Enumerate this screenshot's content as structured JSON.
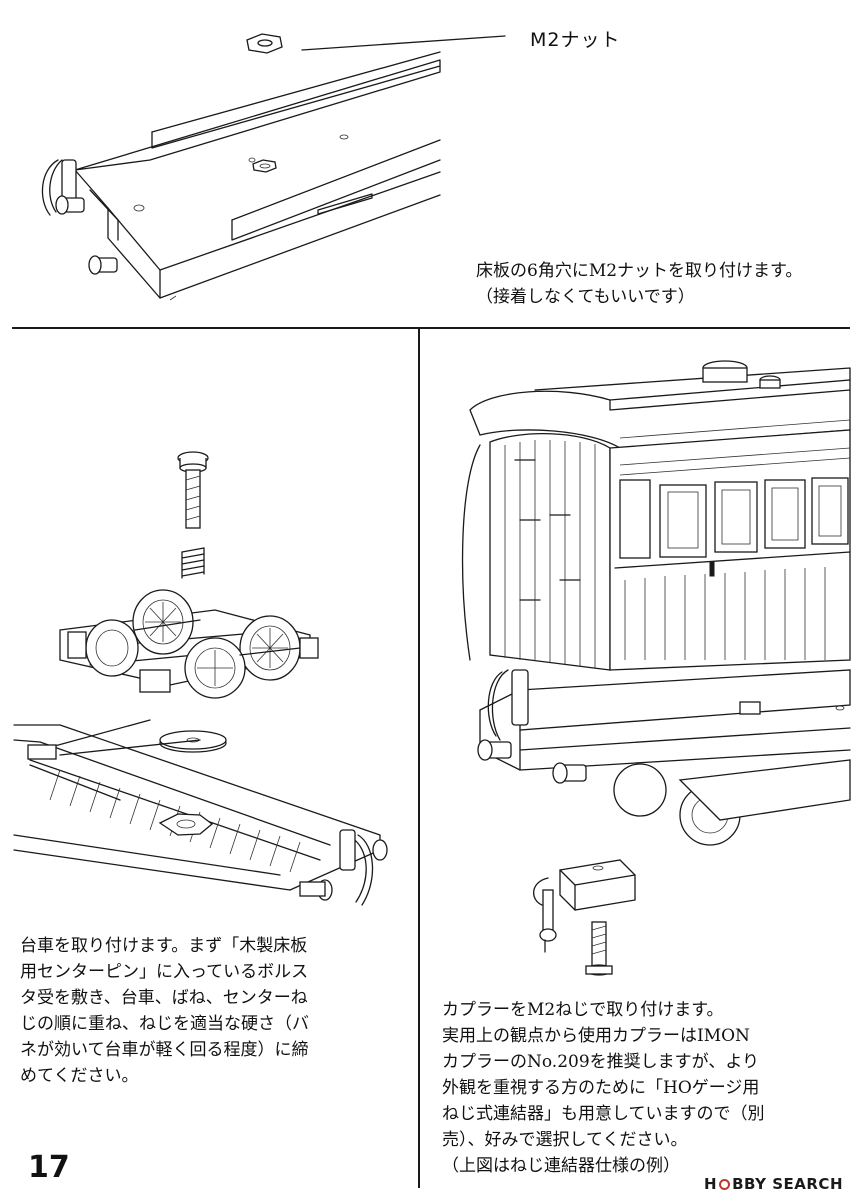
{
  "top": {
    "nut_label": "M2ナット",
    "instruction_lines": [
      "床板の6角穴にM2ナットを取り付けます。",
      "（接着しなくてもいいです）"
    ]
  },
  "bottom_left": {
    "instruction_lines": [
      "台車を取り付けます。まず「木製床板",
      "用センターピン」に入っているボルス",
      "タ受を敷き、台車、ばね、センターね",
      "じの順に重ね、ねじを適当な硬さ（バ",
      "ネが効いて台車が軽く回る程度）に締",
      "めてください。"
    ]
  },
  "bottom_right": {
    "instruction_lines": [
      "カプラーをM2ねじで取り付けます。",
      "実用上の観点から使用カプラーはIMON",
      "カプラーのNo.209を推奨しますが、より",
      "外観を重視する方のために「HOゲージ用",
      "ねじ式連結器」も用意していますので（別",
      "売）、好みで選択してください。",
      "（上図はねじ連結器仕様の例）"
    ]
  },
  "page_number": "17",
  "watermark": {
    "brand_prefix": "H",
    "brand_text": "BBY SEARCH"
  }
}
